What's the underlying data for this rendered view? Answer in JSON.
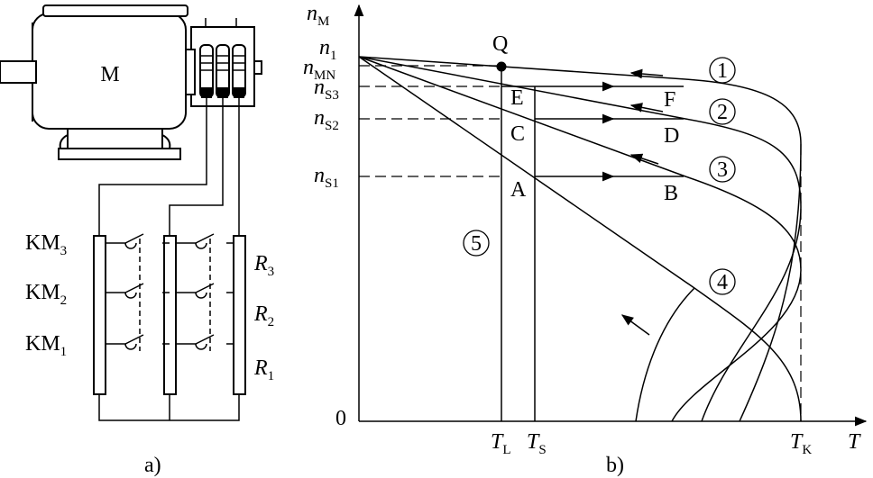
{
  "panel_a": {
    "caption": "a)",
    "motor_label": "M",
    "contactors": [
      {
        "base": "KM",
        "sub": "3"
      },
      {
        "base": "KM",
        "sub": "2"
      },
      {
        "base": "KM",
        "sub": "1"
      }
    ],
    "resistors": [
      {
        "base": "R",
        "sub": "3"
      },
      {
        "base": "R",
        "sub": "2"
      },
      {
        "base": "R",
        "sub": "1"
      }
    ]
  },
  "panel_b": {
    "caption": "b)",
    "y_axis": {
      "base": "n",
      "sub": "M"
    },
    "x_axis": "T",
    "origin": "0",
    "y_ticks": [
      {
        "base": "n",
        "sub": "1"
      },
      {
        "base": "n",
        "sub": "MN"
      },
      {
        "base": "n",
        "sub": "S3"
      },
      {
        "base": "n",
        "sub": "S2"
      },
      {
        "base": "n",
        "sub": "S1"
      }
    ],
    "x_ticks": [
      {
        "base": "T",
        "sub": "L"
      },
      {
        "base": "T",
        "sub": "S"
      },
      {
        "base": "T",
        "sub": "K"
      }
    ],
    "points": [
      "Q",
      "E",
      "F",
      "C",
      "D",
      "A",
      "B"
    ],
    "curve_numbers": [
      "1",
      "2",
      "3",
      "4",
      "5"
    ]
  }
}
